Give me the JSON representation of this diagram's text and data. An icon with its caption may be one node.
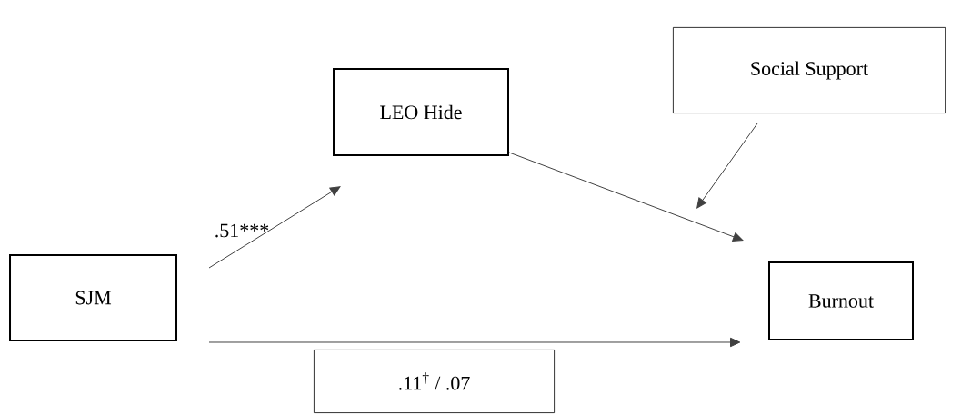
{
  "diagram": {
    "nodes": [
      {
        "text": [
          "Social Support"
        ]
      },
      {
        "text": [
          "LEO Hide"
        ]
      },
      {
        "text": [
          "SJM"
        ]
      },
      {
        "text": [
          "Burnout"
        ]
      },
      {
        "text": [
          ".11$^{†}$ / .07"
        ]
      }
    ],
    "edges": [
      {
        "from": 2,
        "to": 1,
        "arrow": "to",
        "label": ".51***"
      },
      {
        "from": 1,
        "to": 3,
        "arrow": "to"
      },
      {
        "from": 2,
        "to": 3,
        "arrow": "to"
      },
      {
        "from": 0,
        "to": null,
        "arrow": "to"
      }
    ]
  }
}
